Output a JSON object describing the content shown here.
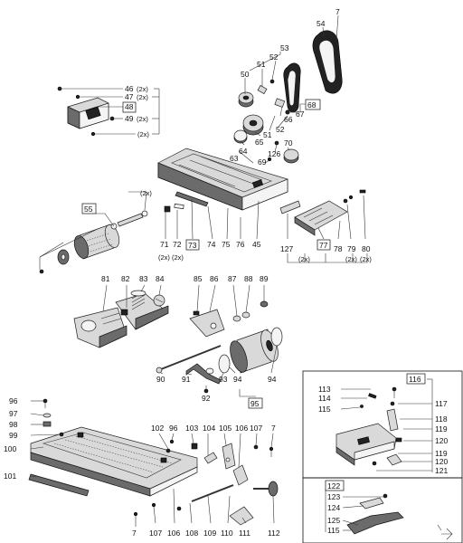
{
  "parts": {
    "p7a": "7",
    "p54": "54",
    "p53": "53",
    "p52a": "52",
    "p51a": "51",
    "p50": "50",
    "p46": "46",
    "p46q": "(2x)",
    "p47": "47",
    "p47q": "(2x)",
    "p48": "48",
    "p49": "49",
    "p49q": "(2x)",
    "p2xa": "(2x)",
    "p68": "68",
    "p67": "67",
    "p66": "66",
    "p52b": "52",
    "p51b": "51",
    "p64": "64",
    "p65": "65",
    "p63": "63",
    "p70": "70",
    "p126": "126",
    "p69": "69",
    "p55": "55",
    "p2xb": "(2x)",
    "p71": "71",
    "p72": "72",
    "p73": "73",
    "p74": "74",
    "p75": "75",
    "p76": "76",
    "p45": "45",
    "p2xc": "(2x)",
    "p2xd": "(2x)",
    "p127": "127",
    "p77": "77",
    "p78": "78",
    "p79": "79",
    "p80": "80",
    "p2xe": "(2x)",
    "p2xf": "(2x)",
    "p2xg": "(2x)",
    "p81": "81",
    "p82": "82",
    "p83": "83",
    "p84": "84",
    "p85": "85",
    "p86": "86",
    "p87": "87",
    "p88": "88",
    "p89": "89",
    "p90": "90",
    "p91": "91",
    "p92": "92",
    "p93": "93",
    "p94a": "94",
    "p95": "95",
    "p94b": "94",
    "p96a": "96",
    "p97": "97",
    "p98": "98",
    "p99": "99",
    "p100": "100",
    "p101": "101",
    "p102": "102",
    "p96b": "96",
    "p103": "103",
    "p104": "104",
    "p105": "105",
    "p106a": "106",
    "p107a": "107",
    "p7b": "7",
    "p7c": "7",
    "p107b": "107",
    "p106b": "106",
    "p108": "108",
    "p109": "109",
    "p110": "110",
    "p111": "111",
    "p112": "112",
    "p116": "116",
    "p113": "113",
    "p114": "114",
    "p115a": "115",
    "p117": "117",
    "p118": "118",
    "p119a": "119",
    "p120a": "120",
    "p119b": "119",
    "p120b": "120",
    "p121": "121",
    "p122": "122",
    "p123": "123",
    "p124": "124",
    "p125": "125",
    "p115b": "115"
  }
}
